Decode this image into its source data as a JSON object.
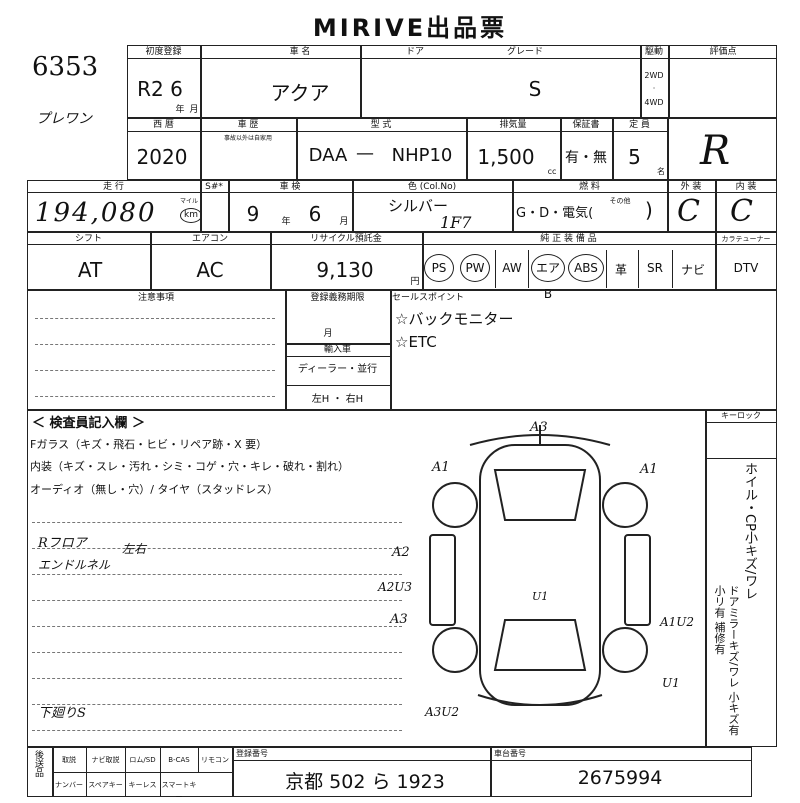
{
  "title": "MIRIVE出品票",
  "lot_number": "6353",
  "note_handwritten": "プレワン",
  "row1": {
    "first_reg_label": "初度登録",
    "first_reg_value": "R2 6",
    "year_mark": "年",
    "month_mark": "月",
    "car_name_label": "車 名",
    "car_name_value": "アクア",
    "door_label": "ドア",
    "grade_label": "グレード",
    "grade_value": "S",
    "drive_label": "駆動",
    "drive_2wd": "2WD",
    "drive_4wd": "4WD",
    "rating_label": "評価点",
    "rating_value": "R"
  },
  "row2": {
    "year_label": "西 暦",
    "year_value": "2020",
    "chassis_label": "車 歴",
    "chassis_sub": "事故以外は自家用",
    "model_label": "型 式",
    "model_prefix": "DAA",
    "model_value": "NHP10",
    "displacement_label": "排気量",
    "displacement_value": "1,500",
    "cc_unit": "cc",
    "warranty_label": "保証書",
    "warranty_value": "有・無",
    "capacity_label": "定 員",
    "capacity_value": "5",
    "capacity_unit": "名"
  },
  "row3": {
    "mileage_label": "走 行",
    "mileage_value": "194,080",
    "mile_label": "マイル",
    "km_label": "km",
    "sh_label": "S#*",
    "inspection_label": "車 検",
    "inspection_year": "9",
    "inspection_month": "6",
    "year_mark": "年",
    "month_mark": "月",
    "color_label": "色 (Col.No)",
    "color_value": "シルバー",
    "color_code": "1F7",
    "fuel_label": "燃 料",
    "fuel_value": "G・D・電気(",
    "fuel_close": ")",
    "fuel_other": "その他",
    "exterior_label": "外 装",
    "exterior_value": "C",
    "interior_label": "内 装",
    "interior_value": "C"
  },
  "row4": {
    "shift_label": "シフト",
    "shift_value": "AT",
    "ac_label": "エアコン",
    "ac_value": "AC",
    "recycle_label": "リサイクル預託金",
    "recycle_value": "9,130",
    "yen": "円",
    "equipment_label": "純 正 装 備 品",
    "equipment": [
      "PS",
      "PW",
      "AW",
      "エアB",
      "ABS",
      "革",
      "SR",
      "ナビ"
    ],
    "tv_header": "カラテューナー",
    "tv_value": "DTV"
  },
  "notes": {
    "caution_label": "注意事項",
    "reg_expiry_label": "登録義務期限",
    "month_mark": "月",
    "import_label": "輸入車",
    "import_dealer": "ディーラー・並行",
    "import_steer": "左H ・ 右H",
    "sales_label": "セールスポイント",
    "sales_points": [
      "☆バックモニター",
      "☆ETC"
    ]
  },
  "inspector": {
    "label": "＜ 検査員記入欄 ＞",
    "lines": [
      "Fガラス（キズ・飛石・ヒビ・リペア跡・X 要）",
      "内装（キズ・スレ・汚れ・シミ・コゲ・穴・キレ・破れ・割れ）",
      "オーディオ（無し・穴）/ タイヤ（スタッドレス）"
    ],
    "hand_notes": [
      "Rフロア",
      "エンドルネル",
      "左右",
      "下廻りS"
    ],
    "keylock_label": "キーロック",
    "side_note": "ホイル・CP小キズ/ワレ",
    "side_note2": "ドアミラーキズ/ワレ 小キズ有 小リ有 補修有",
    "diagram_marks": [
      "A3",
      "A1",
      "A1",
      "A2",
      "A2U3",
      "A3",
      "U1",
      "A1U2",
      "U1",
      "A3U2"
    ]
  },
  "footer": {
    "delivery_label": "後送品",
    "docs_row1": [
      "取説",
      "ナビ取説",
      "ロム/SD",
      "B-CAS",
      "リモコン"
    ],
    "docs_row2": [
      "ナンバー",
      "スペアキー",
      "キーレス",
      "スマートキー"
    ],
    "reg_number_label": "登録番号",
    "reg_number": "京都 502 ら 1923",
    "vin_label": "車台番号",
    "vin_value": "2675994"
  }
}
